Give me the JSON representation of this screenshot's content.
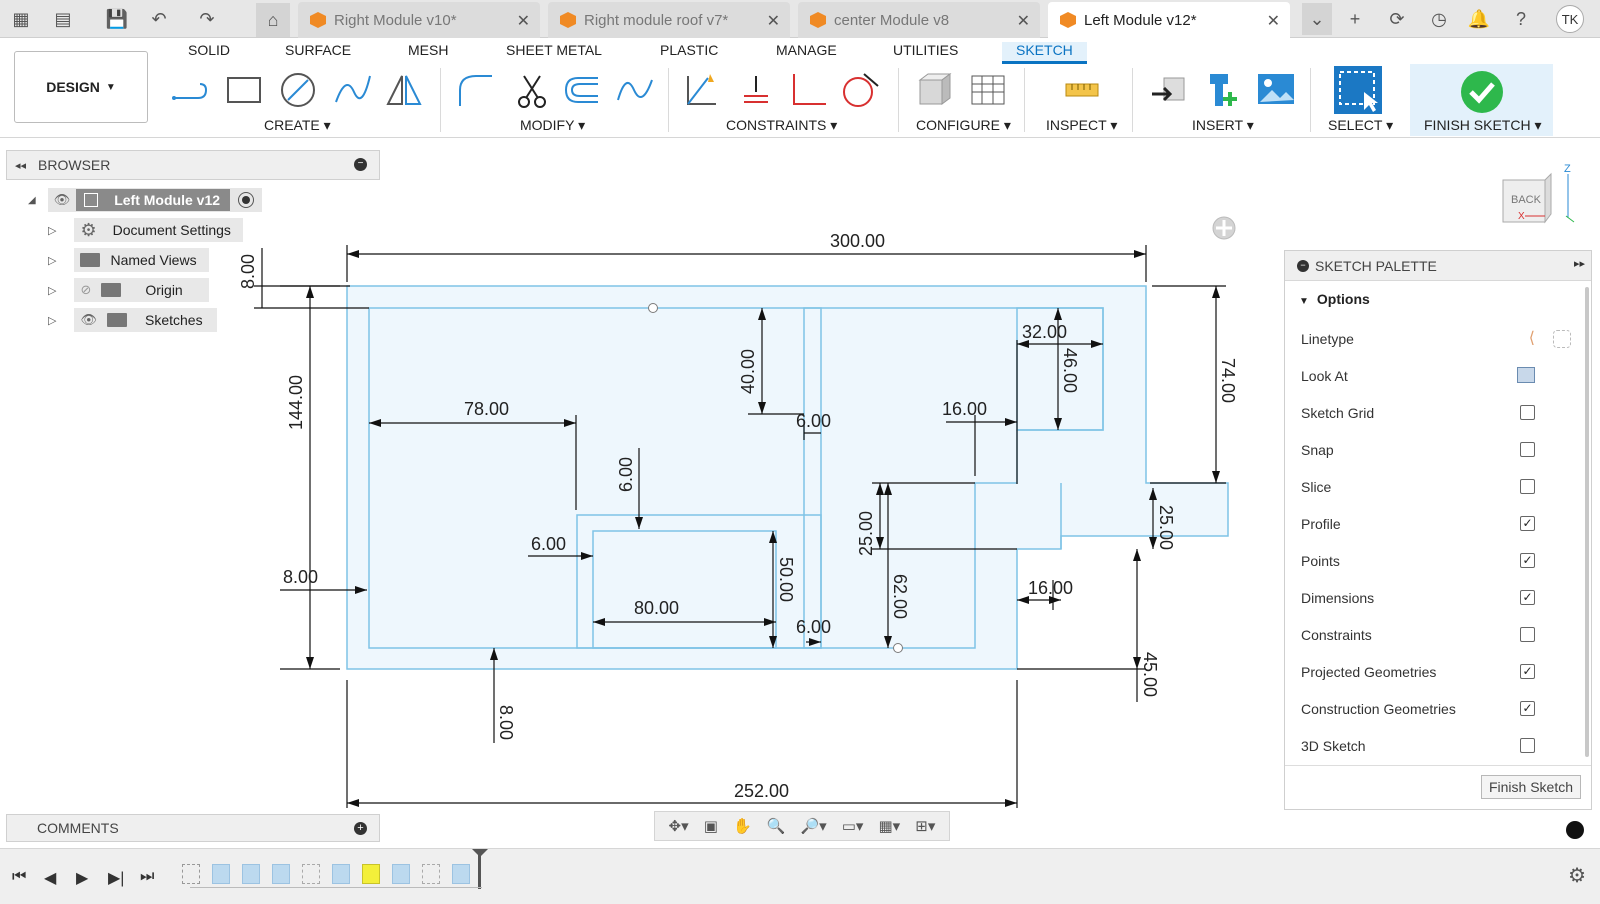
{
  "tabs": [
    {
      "label": "Right Module v10*",
      "active": false
    },
    {
      "label": "Right module roof v7*",
      "active": false
    },
    {
      "label": "center Module v8",
      "active": false
    },
    {
      "label": "Left Module v12*",
      "active": true
    }
  ],
  "user_initials": "TK",
  "ribbon": {
    "tabs": [
      "SOLID",
      "SURFACE",
      "MESH",
      "SHEET METAL",
      "PLASTIC",
      "MANAGE",
      "UTILITIES",
      "SKETCH"
    ],
    "active_tab": "SKETCH",
    "workspace": "DESIGN",
    "groups": [
      "CREATE",
      "MODIFY",
      "CONSTRAINTS",
      "CONFIGURE",
      "INSPECT",
      "INSERT",
      "SELECT",
      "FINISH SKETCH"
    ]
  },
  "browser": {
    "title": "BROWSER",
    "root": "Left Module v12",
    "items": [
      "Document Settings",
      "Named Views",
      "Origin",
      "Sketches"
    ]
  },
  "comments": {
    "title": "COMMENTS"
  },
  "viewcube": {
    "face": "BACK",
    "axis_z": "Z",
    "axis_x": "X"
  },
  "palette": {
    "title": "SKETCH PALETTE",
    "section": "Options",
    "rows": [
      {
        "label": "Linetype",
        "type": "icons"
      },
      {
        "label": "Look At",
        "type": "icon"
      },
      {
        "label": "Sketch Grid",
        "checked": false
      },
      {
        "label": "Snap",
        "checked": false
      },
      {
        "label": "Slice",
        "checked": false
      },
      {
        "label": "Profile",
        "checked": true
      },
      {
        "label": "Points",
        "checked": true
      },
      {
        "label": "Dimensions",
        "checked": true
      },
      {
        "label": "Constraints",
        "checked": false
      },
      {
        "label": "Projected Geometries",
        "checked": true
      },
      {
        "label": "Construction Geometries",
        "checked": true
      },
      {
        "label": "3D Sketch",
        "checked": false
      }
    ],
    "finish_button": "Finish Sketch"
  },
  "dimensions": {
    "d300": "300.00",
    "d8top": "8.00",
    "d144": "144.00",
    "d78": "78.00",
    "d40": "40.00",
    "d6a": "6.00",
    "d32": "32.00",
    "d46": "46.00",
    "d16a": "16.00",
    "d74": "74.00",
    "d6b": "6.00",
    "d6c": "6.00",
    "d25a": "25.00",
    "d25b": "25.00",
    "d50": "50.00",
    "d80": "80.00",
    "d6d": "6.00",
    "d62": "62.00",
    "d16b": "16.00",
    "d8left": "8.00",
    "d8bottom": "8.00",
    "d45": "45.00",
    "d252": "252.00"
  },
  "colors": {
    "sketch_line": "#7ec3e6",
    "sketch_fill": "#eef7fd",
    "accent": "#0a73c2",
    "finish_green": "#2eb84c"
  }
}
